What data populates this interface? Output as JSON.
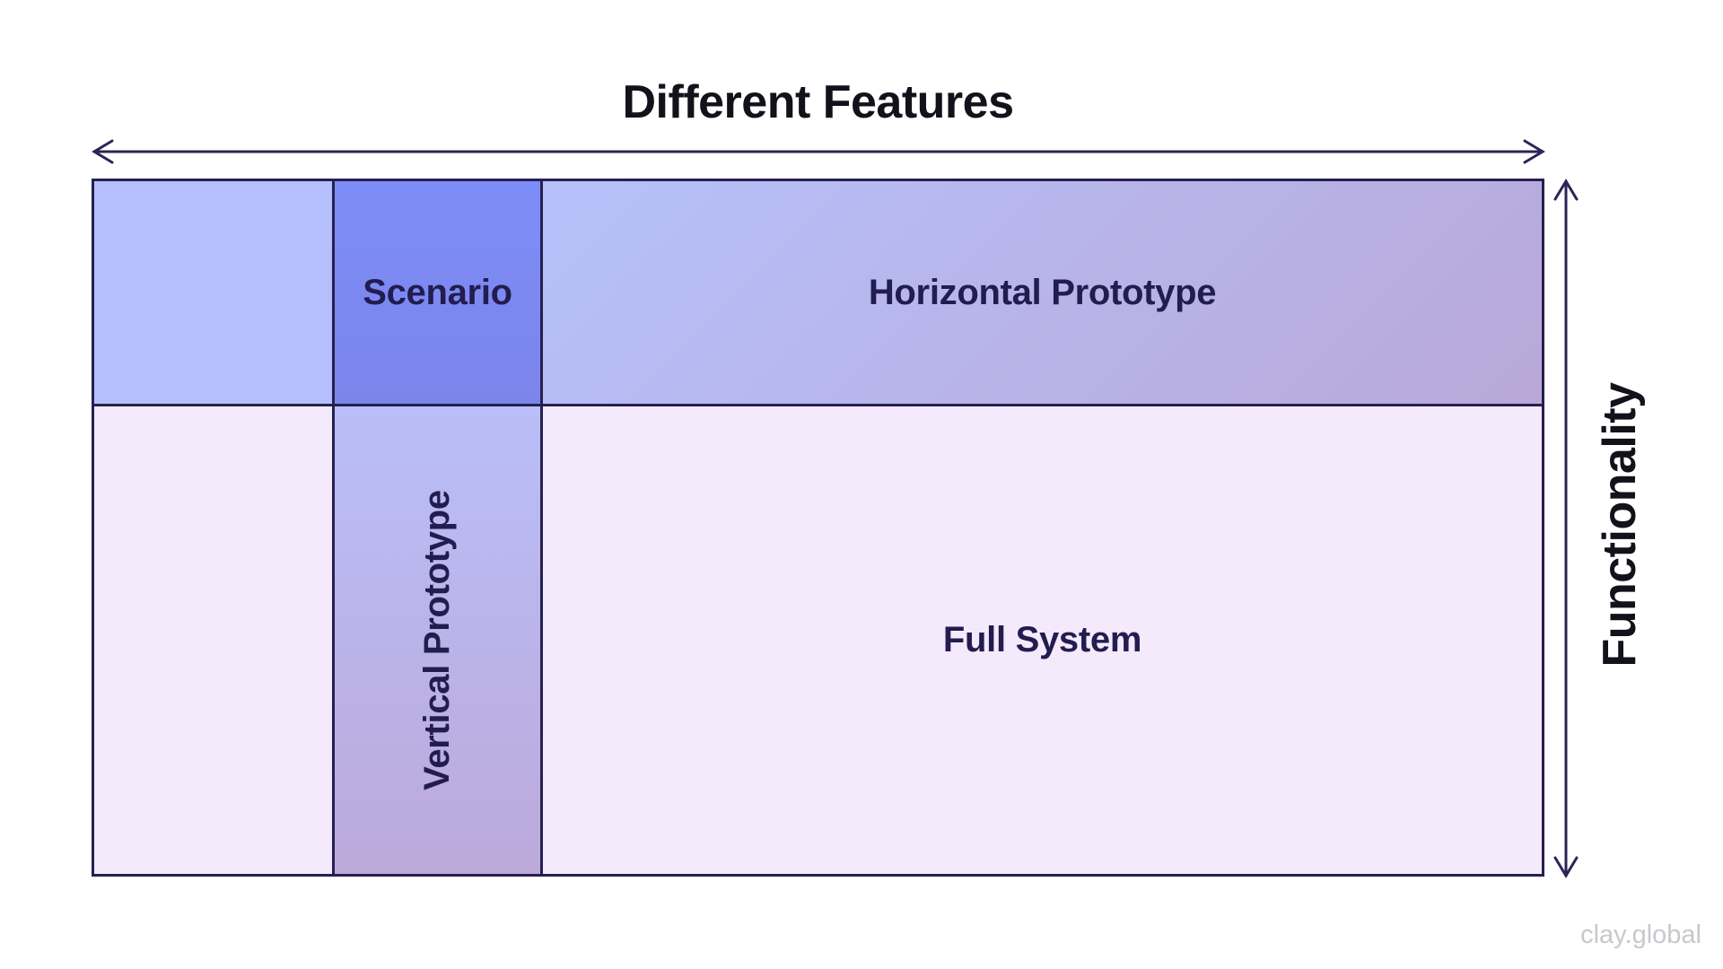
{
  "diagram": {
    "x_axis": {
      "label": "Different Features"
    },
    "y_axis": {
      "label": "Functionality"
    },
    "matrix": {
      "cells": [
        {
          "id": "empty",
          "label": ""
        },
        {
          "id": "scenario",
          "label": "Scenario"
        },
        {
          "id": "horizontal_prototype",
          "label": "Horizontal Prototype"
        },
        {
          "id": "vertical_prototype",
          "label": "Vertical Prototype"
        },
        {
          "id": "full_system",
          "label": "Full System"
        }
      ]
    },
    "colors": {
      "heading_text": "#131119",
      "label_text": "#231c4f",
      "border": "#262050",
      "arrow": "#2b2456",
      "cell_light_blue": "#b5bffc",
      "scenario_blue_top": "#7d8df8",
      "scenario_blue_bottom": "#7c85ea",
      "gradient_blue": "#b6c1fb",
      "gradient_mauve": "#b9a8d8",
      "column_blue": "#b9bef8",
      "column_mauve": "#bca9da",
      "cell_pink": "#f5eafc",
      "watermark_gray": "#c8c8cd"
    }
  },
  "footer": {
    "watermark": "clay.global"
  }
}
